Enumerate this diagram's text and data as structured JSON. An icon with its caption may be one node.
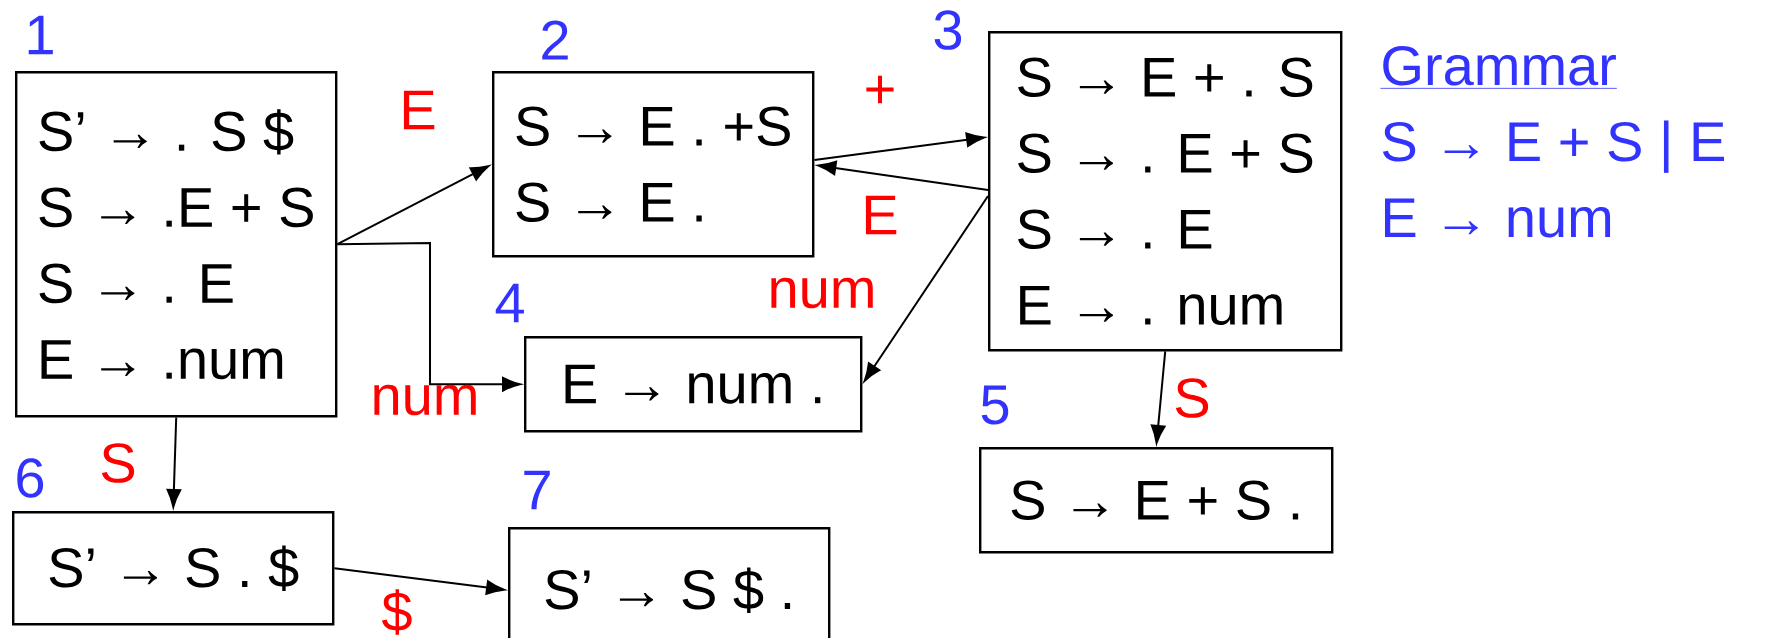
{
  "diagram": {
    "nodes": [
      {
        "text": [
          "S’ → . S $",
          "S → .E + S",
          "S → . E",
          "E → .num"
        ],
        "beside": [
          "1"
        ]
      },
      {
        "text": [
          "S → E . +S",
          "S → E ."
        ],
        "beside": [
          "2"
        ]
      },
      {
        "text": [
          "S → E + . S",
          "S → . E + S",
          "S → . E",
          "E → . num"
        ],
        "beside": [
          "3"
        ]
      },
      {
        "text": [
          "E → num ."
        ],
        "beside": [
          "4"
        ]
      },
      {
        "text": [
          "S → E + S ."
        ],
        "beside": [
          "5"
        ]
      },
      {
        "text": [
          "S’ → S . $"
        ],
        "beside": [
          "6"
        ]
      },
      {
        "text": [
          "S’ → S $ ."
        ],
        "beside": [
          "7"
        ]
      }
    ],
    "edges": [
      {
        "from": 0,
        "to": 1,
        "arrow": "to",
        "label": "E"
      },
      {
        "from": 0,
        "to": 3,
        "arrow": "to",
        "label": "num"
      },
      {
        "from": 1,
        "to": 2,
        "arrow": "to",
        "label": "+"
      },
      {
        "from": 2,
        "to": 1,
        "arrow": "to",
        "label": "E"
      },
      {
        "from": 2,
        "to": 3,
        "arrow": "to",
        "label": "num"
      },
      {
        "from": 2,
        "to": 4,
        "arrow": "to",
        "label": "S"
      },
      {
        "from": 0,
        "to": 5,
        "arrow": "to",
        "label": "S"
      },
      {
        "from": 5,
        "to": 6,
        "arrow": "to",
        "label": "$"
      }
    ],
    "labels": [
      "Grammar",
      "S → E + S | E",
      "E → num"
    ]
  }
}
